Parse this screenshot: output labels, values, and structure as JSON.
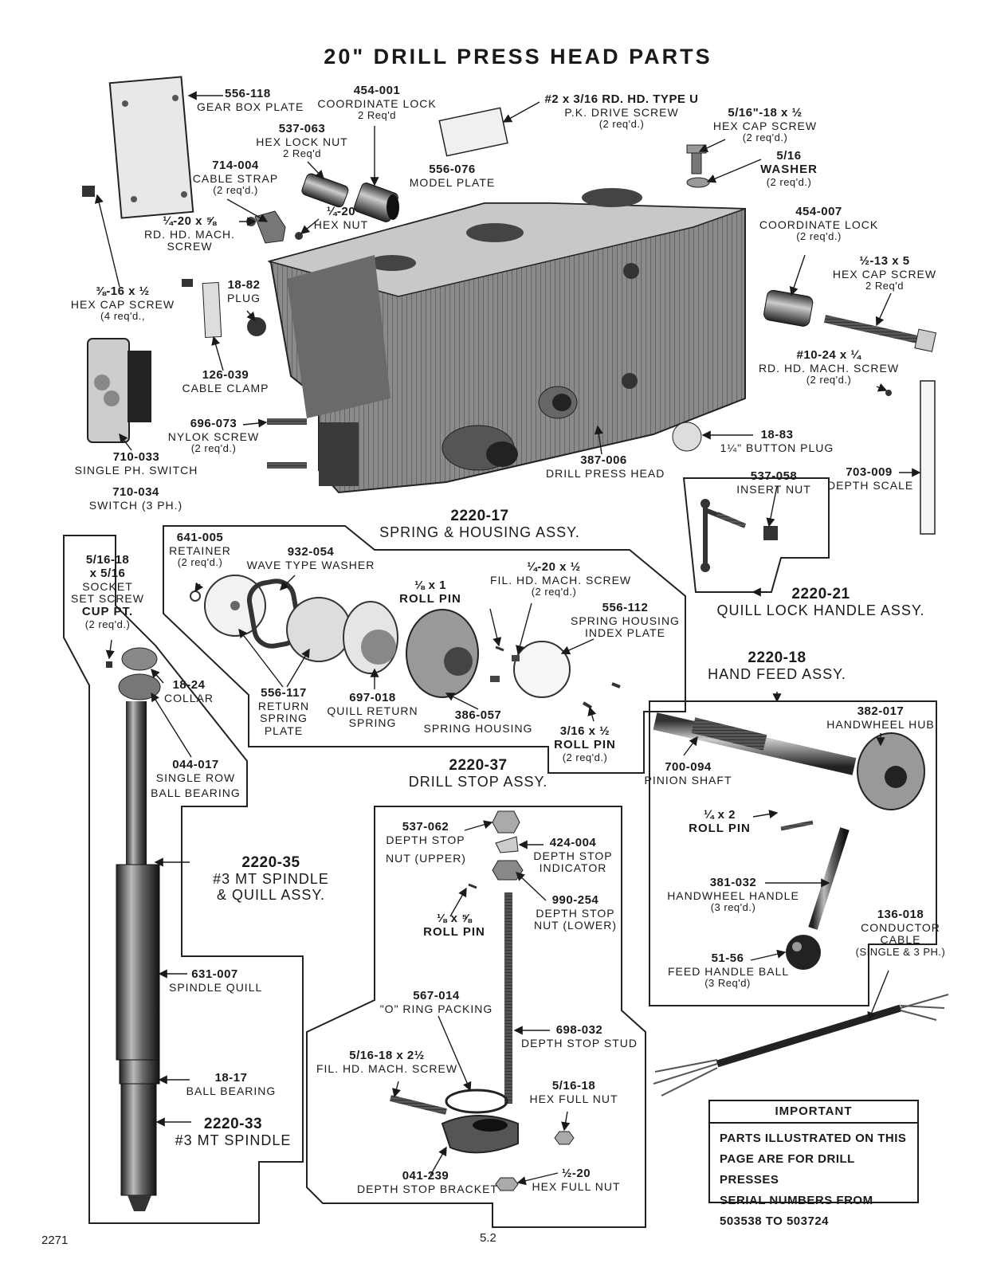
{
  "title": "20\" DRILL PRESS HEAD PARTS",
  "parts": {
    "gear_box_plate": {
      "num": "556-118",
      "desc": "GEAR BOX PLATE"
    },
    "coordinate_lock_a": {
      "num": "454-001",
      "desc": "COORDINATE LOCK",
      "qty": "2 Req'd"
    },
    "drive_screw": {
      "num": "#2 x 3/16 RD. HD. TYPE U",
      "desc": "P.K. DRIVE SCREW",
      "qty": "(2 req'd.)"
    },
    "hex_cap_screw_516": {
      "num": "5/16\"-18 x ½",
      "desc": "HEX CAP SCREW",
      "qty": "(2 req'd.)"
    },
    "washer_516": {
      "num": "5/16",
      "desc": "WASHER",
      "qty": "(2 req'd.)"
    },
    "hex_lock_nut": {
      "num": "537-063",
      "desc": "HEX LOCK NUT",
      "qty": "2 Req'd"
    },
    "cable_strap": {
      "num": "714-004",
      "desc": "CABLE STRAP",
      "qty": "(2 req'd.)"
    },
    "model_plate": {
      "num": "556-076",
      "desc": "MODEL PLATE"
    },
    "rd_hd_screw_14": {
      "num": "¼-20 x ⅝",
      "desc": "RD. HD. MACH.",
      "desc2": "SCREW"
    },
    "hex_nut_14": {
      "num": "¼-20",
      "desc": "HEX NUT"
    },
    "coordinate_lock_b": {
      "num": "454-007",
      "desc": "COORDINATE LOCK",
      "qty": "(2 req'd.)"
    },
    "hex_cap_screw_12": {
      "num": "½-13 x 5",
      "desc": "HEX CAP SCREW",
      "qty": "2 Req'd"
    },
    "hex_cap_screw_38": {
      "num": "⅜-16 x ½",
      "desc": "HEX CAP SCREW",
      "qty": "(4 req'd.,"
    },
    "plug": {
      "num": "18-82",
      "desc": "PLUG"
    },
    "cable_clamp": {
      "num": "126-039",
      "desc": "CABLE CLAMP"
    },
    "rd_hd_screw_10": {
      "num": "#10-24 x ¼",
      "desc": "RD. HD. MACH. SCREW",
      "qty": "(2 req'd.)"
    },
    "nylok_screw": {
      "num": "696-073",
      "desc": "NYLOK SCREW",
      "qty": "(2 req'd.)"
    },
    "single_switch": {
      "num": "710-033",
      "desc": "SINGLE PH. SWITCH"
    },
    "switch_3ph": {
      "num": "710-034",
      "desc": "SWITCH (3 PH.)"
    },
    "button_plug": {
      "num": "18-83",
      "desc": "1¼\" BUTTON PLUG"
    },
    "drill_press_head": {
      "num": "387-006",
      "desc": "DRILL PRESS HEAD"
    },
    "insert_nut": {
      "num": "537-058",
      "desc": "INSERT NUT"
    },
    "depth_scale": {
      "num": "703-009",
      "desc": "DEPTH SCALE"
    },
    "retainer": {
      "num": "641-005",
      "desc": "RETAINER",
      "qty": "(2 req'd.)"
    },
    "wave_washer": {
      "num": "932-054",
      "desc": "WAVE TYPE WASHER"
    },
    "roll_pin_18x1": {
      "num": "⅛ x 1",
      "desc": "ROLL PIN"
    },
    "fil_hd_screw_14": {
      "num": "¼-20 x ½",
      "desc": "FIL. HD. MACH. SCREW",
      "qty": "(2 req'd.)"
    },
    "index_plate": {
      "num": "556-112",
      "desc": "SPRING HOUSING",
      "desc2": "INDEX PLATE"
    },
    "socket_set_screw": {
      "num": "5/16-18",
      "num2": "x 5/16",
      "desc": "SOCKET",
      "desc2": "SET SCREW",
      "bold": "CUP PT.",
      "qty": "(2 req'd.)"
    },
    "return_spring_plate": {
      "num": "556-117",
      "desc": "RETURN",
      "desc2": "SPRING",
      "desc3": "PLATE"
    },
    "quill_return_spring": {
      "num": "697-018",
      "desc": "QUILL RETURN",
      "desc2": "SPRING"
    },
    "spring_housing": {
      "num": "386-057",
      "desc": "SPRING HOUSING"
    },
    "roll_pin_316": {
      "num": "3/16 x ½",
      "desc": "ROLL PIN",
      "qty": "(2 req'd.)"
    },
    "collar": {
      "num": "18-24",
      "desc": "COLLAR"
    },
    "ball_bearing_single": {
      "num": "044-017",
      "desc": "SINGLE ROW",
      "desc2": "BALL BEARING"
    },
    "pinion_shaft": {
      "num": "700-094",
      "desc": "PINION SHAFT"
    },
    "handwheel_hub": {
      "num": "382-017",
      "desc": "HANDWHEEL HUB"
    },
    "roll_pin_14x2": {
      "num": "¼ x 2",
      "desc": "ROLL PIN"
    },
    "handwheel_handle": {
      "num": "381-032",
      "desc": "HANDWHEEL HANDLE",
      "qty": "(3 req'd.)"
    },
    "feed_handle_ball": {
      "num": "51-56",
      "desc": "FEED HANDLE BALL",
      "qty": "(3 Req'd)"
    },
    "conductor_cable": {
      "num": "136-018",
      "desc": "CONDUCTOR",
      "desc2": "CABLE",
      "qty": "(SINGLE & 3 PH.)"
    },
    "depth_stop_nut_upper": {
      "num": "537-062",
      "desc": "DEPTH STOP",
      "desc2": "NUT (UPPER)"
    },
    "depth_stop_indicator": {
      "num": "424-004",
      "desc": "DEPTH STOP",
      "desc2": "INDICATOR"
    },
    "depth_stop_nut_lower": {
      "num": "990-254",
      "desc": "DEPTH STOP",
      "desc2": "NUT (LOWER)"
    },
    "roll_pin_18x58": {
      "num": "⅛ x ⅝",
      "desc": "ROLL PIN"
    },
    "o_ring": {
      "num": "567-014",
      "desc": "\"O\" RING PACKING"
    },
    "depth_stop_stud": {
      "num": "698-032",
      "desc": "DEPTH STOP STUD"
    },
    "fil_hd_screw_516": {
      "num": "5/16-18 x 2½",
      "desc": "FIL. HD. MACH. SCREW"
    },
    "hex_full_nut_516": {
      "num": "5/16-18",
      "desc": "HEX FULL NUT"
    },
    "depth_stop_bracket": {
      "num": "041-239",
      "desc": "DEPTH STOP BRACKET"
    },
    "hex_full_nut_12": {
      "num": "½-20",
      "desc": "HEX FULL NUT"
    },
    "spindle_quill": {
      "num": "631-007",
      "desc": "SPINDLE QUILL"
    },
    "ball_bearing": {
      "num": "18-17",
      "desc": "BALL BEARING"
    }
  },
  "assemblies": {
    "spring_housing": {
      "num": "2220-17",
      "desc": "SPRING & HOUSING ASSY."
    },
    "quill_lock": {
      "num": "2220-21",
      "desc": "QUILL LOCK HANDLE ASSY."
    },
    "hand_feed": {
      "num": "2220-18",
      "desc": "HAND FEED ASSY."
    },
    "drill_stop": {
      "num": "2220-37",
      "desc": "DRILL STOP ASSY."
    },
    "spindle_quill": {
      "num": "2220-35",
      "desc": "#3 MT SPINDLE",
      "desc2": "& QUILL ASSY."
    },
    "spindle": {
      "num": "2220-33",
      "desc": "#3 MT SPINDLE"
    }
  },
  "important": {
    "heading": "IMPORTANT",
    "lines": [
      "PARTS ILLUSTRATED ON THIS",
      "PAGE ARE FOR DRILL PRESSES",
      "SERIAL NUMBERS FROM",
      "503538 TO 503724"
    ]
  },
  "footer": {
    "doc_number": "2271",
    "page_number": "5.2"
  }
}
